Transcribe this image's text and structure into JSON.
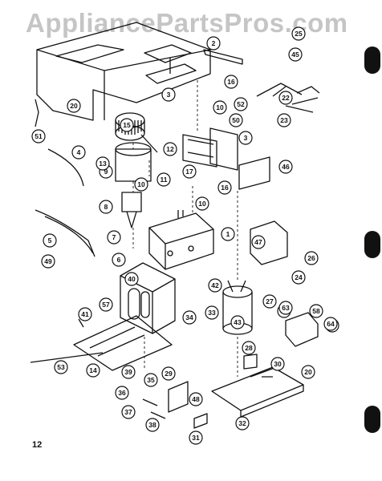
{
  "watermark": "AppliancePartsPros.com",
  "page_number": "12",
  "colors": {
    "line": "#111111",
    "watermark": "#9a9a9a"
  },
  "callouts": [
    "1",
    "2",
    "3",
    "3",
    "4",
    "5",
    "6",
    "7",
    "8",
    "9",
    "10",
    "10",
    "10",
    "11",
    "12",
    "13",
    "14",
    "15",
    "16",
    "16",
    "17",
    "20",
    "20",
    "22",
    "23",
    "24",
    "25",
    "26",
    "27",
    "28",
    "29",
    "30",
    "31",
    "32",
    "33",
    "34",
    "35",
    "36",
    "37",
    "38",
    "39",
    "40",
    "41",
    "42",
    "43",
    "45",
    "46",
    "47",
    "48",
    "49",
    "50",
    "51",
    "52",
    "53",
    "54",
    "56",
    "57",
    "58",
    "63",
    "64"
  ]
}
